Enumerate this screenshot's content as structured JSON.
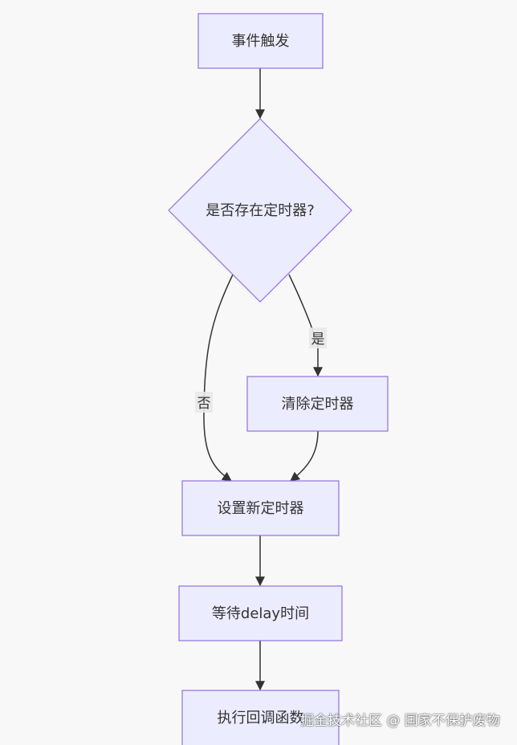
{
  "nodes": {
    "event_trigger": "事件触发",
    "timer_exists": "是否存在定时器?",
    "clear_timer": "清除定时器",
    "set_new_timer": "设置新定时器",
    "wait_delay": "等待delay时间",
    "execute_callback": "执行回调函数"
  },
  "edges": {
    "yes": "是",
    "no": "否"
  },
  "watermark": "掘金技术社区 @ 国家不保护废物",
  "colors": {
    "node_fill": "#ececff",
    "node_stroke": "#9370db",
    "edge": "#333333",
    "background": "#f8f8f9"
  }
}
